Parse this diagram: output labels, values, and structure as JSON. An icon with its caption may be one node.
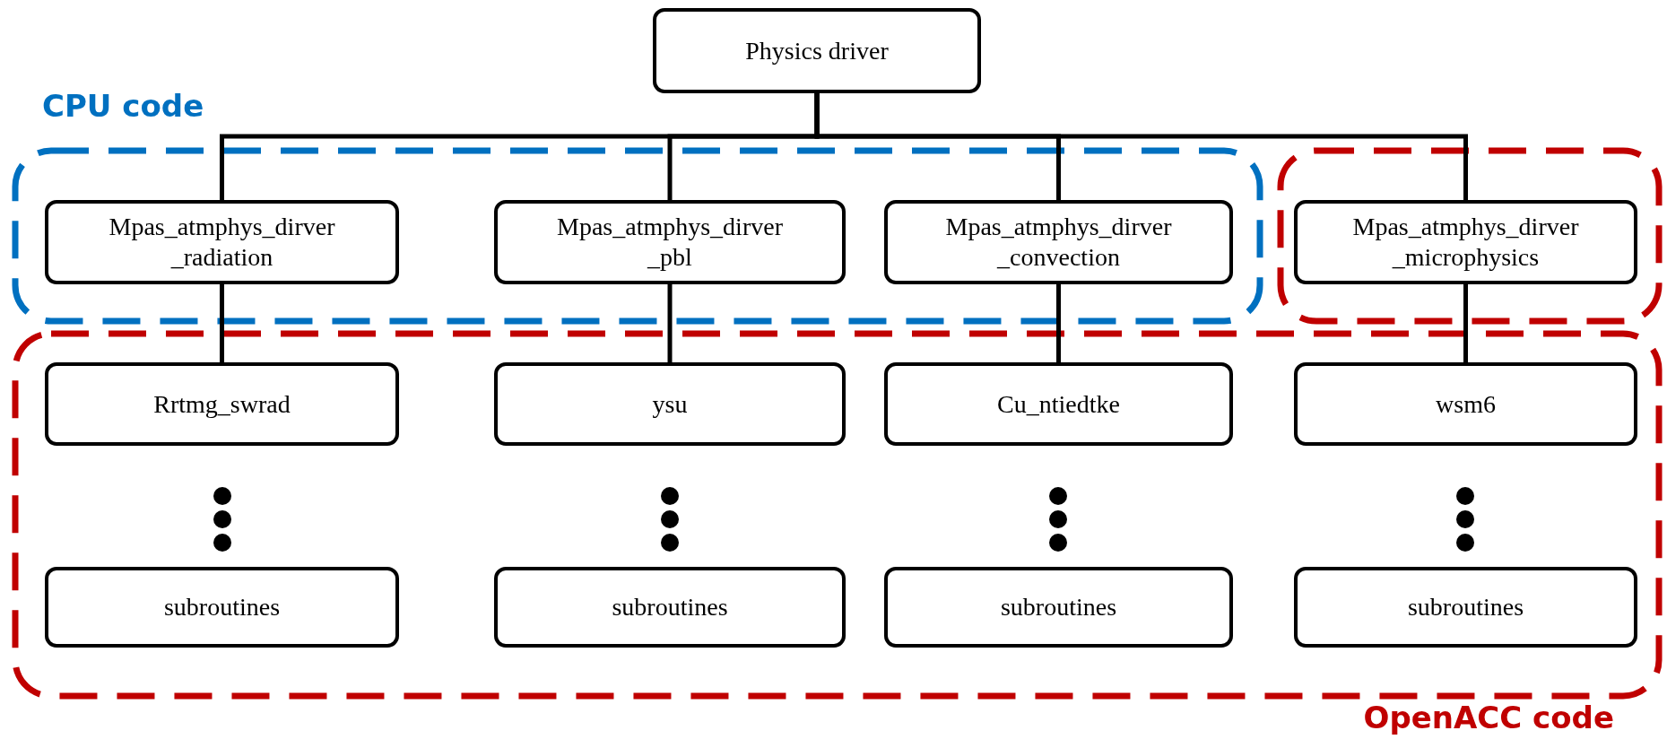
{
  "diagram": {
    "nodes": [
      {
        "text": [
          "Physics driver"
        ]
      },
      {
        "text": [
          "CPU code"
        ]
      },
      {
        "text": [
          "Mpas_atmphys_dirver _radiation"
        ],
        "in": 1
      },
      {
        "text": [
          "Mpas_atmphys_dirver _pbl"
        ],
        "in": 1
      },
      {
        "text": [
          "Mpas_atmphys_dirver _convection"
        ],
        "in": 1
      },
      {
        "text": [],
        "shape": "box"
      },
      {
        "text": [
          "Mpas_atmphys_dirver _microphysics"
        ],
        "in": 5
      },
      {
        "text": [
          "OpenACC code"
        ]
      },
      {
        "text": [
          "Rrtmg_swrad"
        ],
        "in": 7
      },
      {
        "text": [
          "ysu"
        ],
        "in": 7
      },
      {
        "text": [
          "Cu_ntiedtke"
        ],
        "in": 7
      },
      {
        "text": [
          "wsm6"
        ],
        "in": 7
      },
      {
        "text": [
          "subroutines"
        ],
        "in": 7
      },
      {
        "text": [
          "subroutines"
        ],
        "in": 7
      },
      {
        "text": [
          "subroutines"
        ],
        "in": 7
      },
      {
        "text": [
          "subroutines"
        ],
        "in": 7
      }
    ],
    "edges": [
      {
        "from": 0,
        "to": 2,
        "arrow": "none"
      },
      {
        "from": 0,
        "to": 3,
        "arrow": "none"
      },
      {
        "from": 0,
        "to": 4,
        "arrow": "none"
      },
      {
        "from": 0,
        "to": 6,
        "arrow": "none"
      },
      {
        "from": 2,
        "to": 8,
        "arrow": "none"
      },
      {
        "from": 3,
        "to": 9,
        "arrow": "none"
      },
      {
        "from": 4,
        "to": 10,
        "arrow": "none"
      },
      {
        "from": 6,
        "to": 11,
        "arrow": "none"
      }
    ]
  }
}
